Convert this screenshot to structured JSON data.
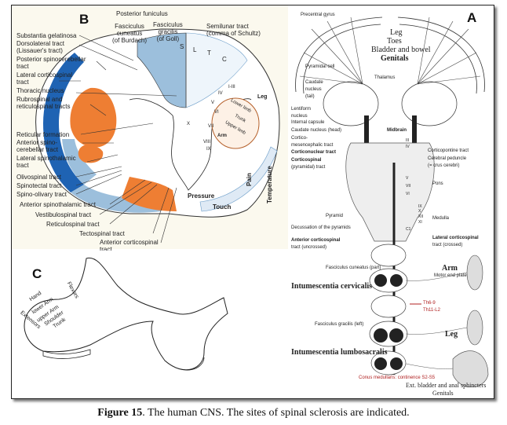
{
  "caption": {
    "figure_label": "Figure 15",
    "text": ". The human CNS. The sites of spinal sclerosis are indicated."
  },
  "panel_b": {
    "letter": "B",
    "top_labels": {
      "posterior_funiculus": "Posterior funiculus",
      "fasciculus_cuneatus": [
        "Fasciculus",
        "cuneatus",
        "(of Burdach)"
      ],
      "fasciculus_gracilis": [
        "Fasciculus",
        "gracilis",
        "(of Goll)"
      ],
      "semilunar_tract": [
        "Semilunar tract",
        "(comma of Schultz)"
      ]
    },
    "left_labels": [
      "Substantia gelatinosa",
      "Dorsolateral tract",
      "(Lissauer's tract)",
      "Posterior spinocerebellar",
      "tract",
      "Lateral corticospinal",
      "tract",
      "Thoracic nucleus",
      "Rubrospinal and",
      "reticulospinal tracts",
      "Reticular formation",
      "Anterior spino-",
      "cerebellar tract",
      "Lateral spinothalamic",
      "tract",
      "Olivospinal tract",
      "Spinotectal tract",
      "Spino-olivary tract"
    ],
    "bottom_labels": [
      "Anterior spinothalamic tract",
      "Vestibulospinal tract",
      "Reticulospinal tract",
      "Tectospinal tract",
      "Anterior corticospinal",
      "tract"
    ],
    "segment_letters": [
      "S",
      "L",
      "T",
      "C"
    ],
    "laminae": [
      "I-III",
      "IV",
      "V",
      "VI",
      "VII",
      "VIII",
      "IX",
      "X"
    ],
    "somatotopy": [
      "Lower limb",
      "Leg",
      "Trunk",
      "Upper limb",
      "Arm"
    ],
    "bottom_right_labels": [
      "Pressure",
      "Touch",
      "Pain",
      "Temperature"
    ],
    "colors": {
      "dark_blue": "#1f63b3",
      "light_blue": "#9cbfdc",
      "orange": "#ee7e33"
    }
  },
  "panel_c": {
    "letter": "C",
    "labels": [
      "Hand",
      "lower Arm",
      "upper Arm",
      "Shoulder",
      "Trunk",
      "Extensors",
      "Flexors"
    ]
  },
  "panel_a": {
    "letter": "A",
    "labels": {
      "precentral_gyrus": "Precentral gyrus",
      "leg": "Leg",
      "toes": "Toes",
      "bladder_bowel": "Bladder and bowel",
      "genitals_top": "Genitals",
      "pyramidal_cell": "Pyramidal cell",
      "thalamus": "Thalamus",
      "caudate_nucleus_tail": [
        "Caudate",
        "nucleus",
        "(tail)"
      ],
      "lentiform_nucleus": [
        "Lentiform",
        "nucleus"
      ],
      "internal_capsule": "Internal capsule",
      "caudate_nucleus_head": "Caudate nucleus (head)",
      "corticomesencephalic": [
        "Cortico-",
        "mesencephalic tract"
      ],
      "corticonuclear_tract": "Corticonuclear tract",
      "corticospinal_tract": [
        "Corticospinal",
        "(pyramidal) tract"
      ],
      "midbrain": "Midbrain",
      "corticopontine_tract": "Corticopontine tract",
      "cerebral_peduncle": [
        "Cerebral peduncle",
        "(= crus cerebri)"
      ],
      "pons": "Pons",
      "pyramid": "Pyramid",
      "decussation": "Decussation of the pyramids",
      "medulla": "Medulla",
      "anterior_corticospinal": [
        "Anterior corticospinal",
        "tract (uncrossed)"
      ],
      "lateral_corticospinal": [
        "Lateral corticospinal",
        "tract (crossed)"
      ],
      "cranial_nerves": [
        "III",
        "IV",
        "V",
        "VI",
        "VII",
        "IX",
        "X",
        "XII",
        "XI",
        "C1"
      ],
      "fasciculus_cuneatus": "Fasciculus cuneatus (part)",
      "arm": "Arm",
      "motor_end_plate": "Motor end plate",
      "intumescentia_cervicalis": "Intumescentia cervicalis",
      "th_level": [
        "Th6-9",
        "Th11-L2"
      ],
      "fasciculus_gracilis": "Fasciculus gracilis (left)",
      "leg_muscle": "Leg",
      "intumescentia_lumbosacralis": "Intumescentia lumbosacralis",
      "conus": "Conus medullaris: continence S2-S5",
      "ext_bladder": "Ext. bladder and anal sphincters",
      "genitals_bottom": "Genitals"
    },
    "accent_color": "#b02020"
  }
}
